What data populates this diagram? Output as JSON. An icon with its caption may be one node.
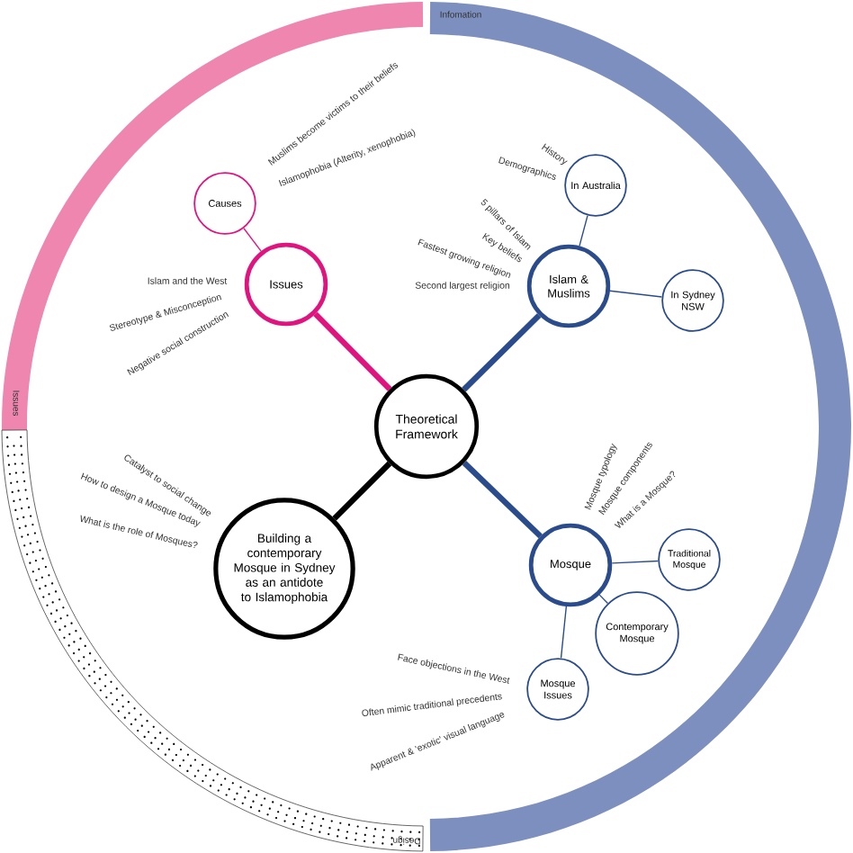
{
  "diagram": {
    "nodes": [
      {
        "text": [
          "Causes"
        ]
      },
      {
        "text": [
          "Issues"
        ]
      },
      {
        "text": [
          "In Australia"
        ]
      },
      {
        "text": [
          "Islam & Muslims"
        ]
      },
      {
        "text": [
          "In Sydney NSW"
        ]
      },
      {
        "text": [
          "Theoretical Framework"
        ]
      },
      {
        "text": [
          "Mosque"
        ]
      },
      {
        "text": [
          "Traditional Mosque"
        ]
      },
      {
        "text": [
          "Building a contemporary Mosque in Sydney as an antidote to Islamophobia"
        ]
      },
      {
        "text": [
          "Contemporary Mosque"
        ]
      },
      {
        "text": [
          "Mosque Issues"
        ]
      }
    ],
    "edges": [
      {
        "from": 5,
        "to": 1,
        "arrow": "none",
        "style": "thick",
        "color": "#e0147f"
      },
      {
        "from": 1,
        "to": 0,
        "arrow": "none",
        "color": "#e0147f"
      },
      {
        "from": 5,
        "to": 3,
        "arrow": "none",
        "style": "thick"
      },
      {
        "from": 3,
        "to": 2,
        "arrow": "none"
      },
      {
        "from": 3,
        "to": 4,
        "arrow": "none"
      },
      {
        "from": 5,
        "to": 6,
        "arrow": "none",
        "style": "thick"
      },
      {
        "from": 6,
        "to": 7,
        "arrow": "none"
      },
      {
        "from": 6,
        "to": 9,
        "arrow": "none"
      },
      {
        "from": 6,
        "to": 10,
        "arrow": "none"
      },
      {
        "from": 5,
        "to": 8,
        "arrow": "none",
        "style": "thick",
        "color": "#000000"
      }
    ],
    "labels": [
      "Infomation",
      "Muslims become victims to their beliefs",
      "Islamophobia (Alterity, xenophobia)",
      "History",
      "Demographics",
      "5 pillars of Islam",
      "Key beliefs",
      "Fastest growing religion",
      "Second largest religion",
      "Islam and the West",
      "Stereotype & Misconception",
      "Negative social construction",
      "Issues",
      "Catalyst to social change",
      "How to design a Mosque today",
      "What is the role of Mosques?",
      "Mosque typology",
      "Mosque components",
      "What is a Mosque?",
      "Face objections in the West",
      "Often mimic traditional precedents",
      "Apparent & 'exotic' visual language",
      "Design"
    ]
  }
}
